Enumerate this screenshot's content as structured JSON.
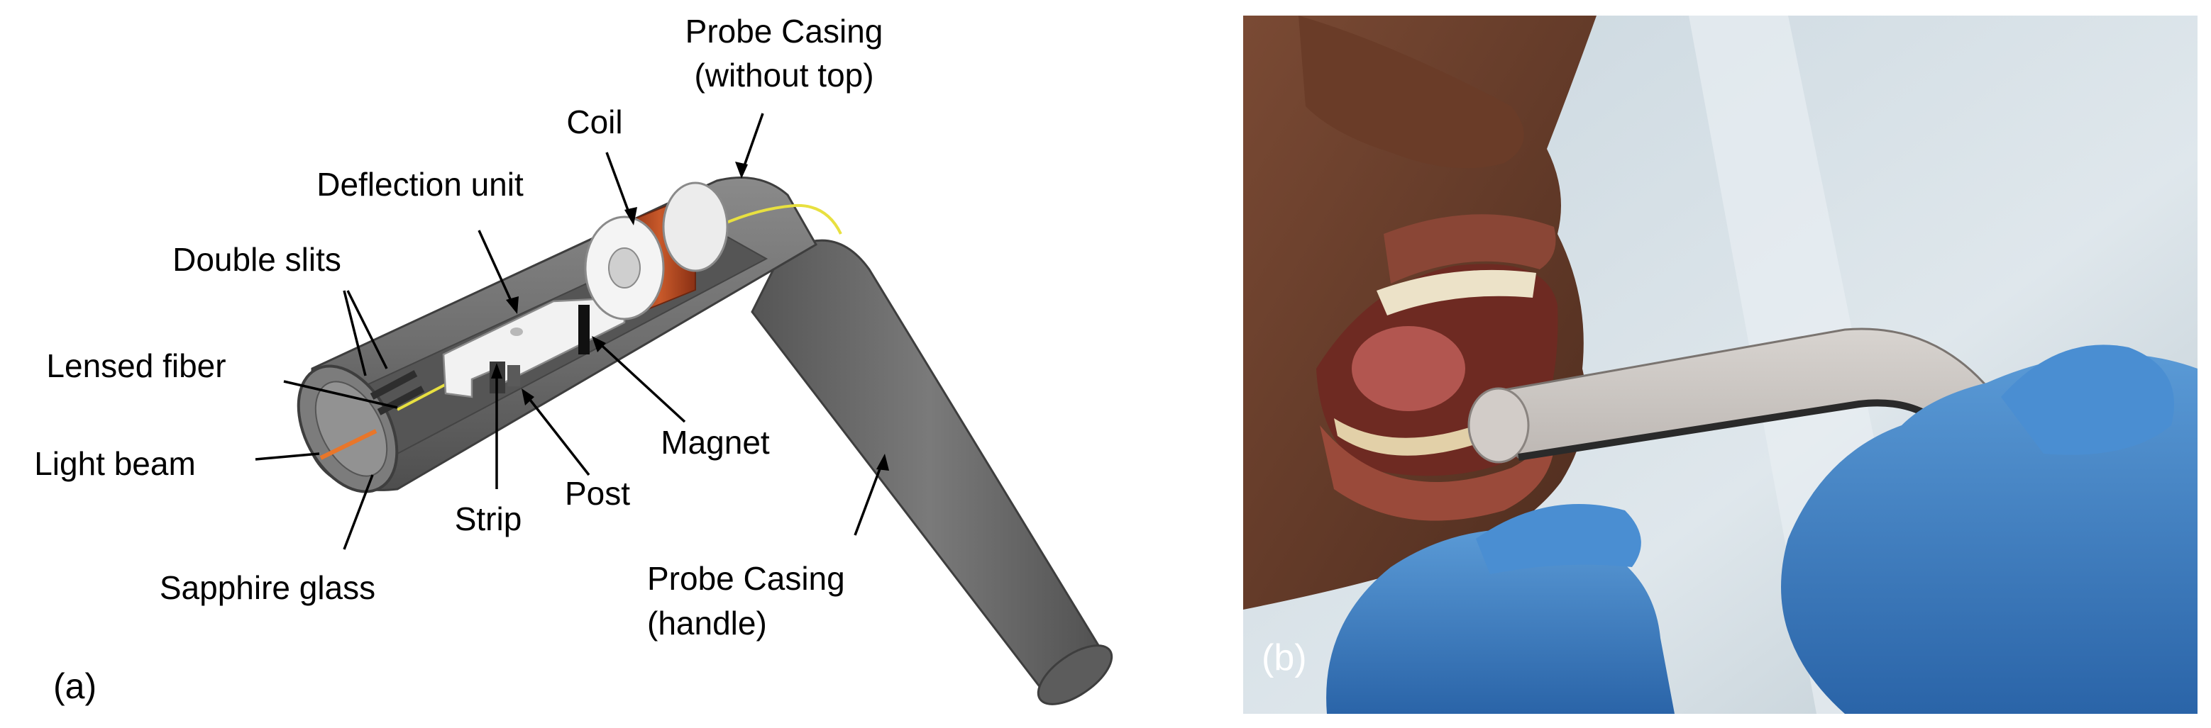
{
  "panel_a": {
    "panel_label": "(a)",
    "labels": {
      "probe_casing_top_line1": "Probe Casing",
      "probe_casing_top_line2": "(without top)",
      "coil": "Coil",
      "deflection_unit": "Deflection unit",
      "double_slits": "Double slits",
      "lensed_fiber": "Lensed fiber",
      "light_beam": "Light beam",
      "sapphire_glass": "Sapphire glass",
      "strip": "Strip",
      "post": "Post",
      "magnet": "Magnet",
      "probe_casing_handle_line1": "Probe Casing",
      "probe_casing_handle_line2": "(handle)"
    }
  },
  "panel_b": {
    "panel_label": "(b)"
  },
  "colors": {
    "casing": "#6e6e6e",
    "casing_dark": "#4a4a4a",
    "coil_copper": "#b4471f",
    "fiber": "#e8e040",
    "light_beam": "#e8762a",
    "glove": "#3c82c8"
  }
}
